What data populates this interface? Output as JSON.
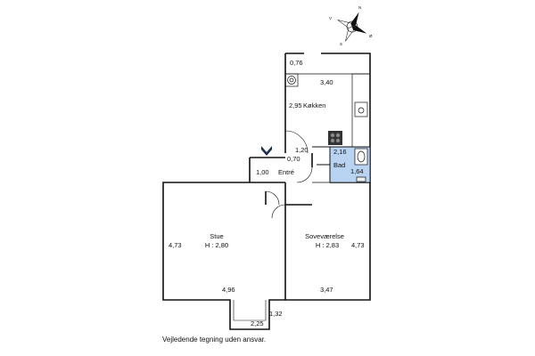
{
  "rooms": {
    "kitchen": "Køkken",
    "bath": "Bad",
    "entry": "Entré",
    "living": "Stue",
    "living_height": "H : 2,80",
    "bedroom": "Soveværelse",
    "bedroom_height": "H : 2,83"
  },
  "dimensions": {
    "kitchen_top": "0,76",
    "kitchen_width": "3,40",
    "kitchen_depth": "2,95",
    "bath_width": "2,16",
    "bath_depth": "1,64",
    "entry_a": "1,20",
    "entry_b": "0,70",
    "entry_c": "1,00",
    "living_depth": "4,73",
    "living_width": "4,96",
    "bedroom_depth": "4,73",
    "bedroom_width": "3,47",
    "bay_depth": "1,32",
    "bay_width": "2,25"
  },
  "compass": {
    "n": "N",
    "s": "S",
    "v": "V",
    "o": "Ø"
  },
  "disclaimer": "Vejledende tegning uden ansvar.",
  "colors": {
    "bath_fill": "#b9d3f3",
    "walls": "#111111",
    "entrance_marker": "#1d2e55"
  }
}
